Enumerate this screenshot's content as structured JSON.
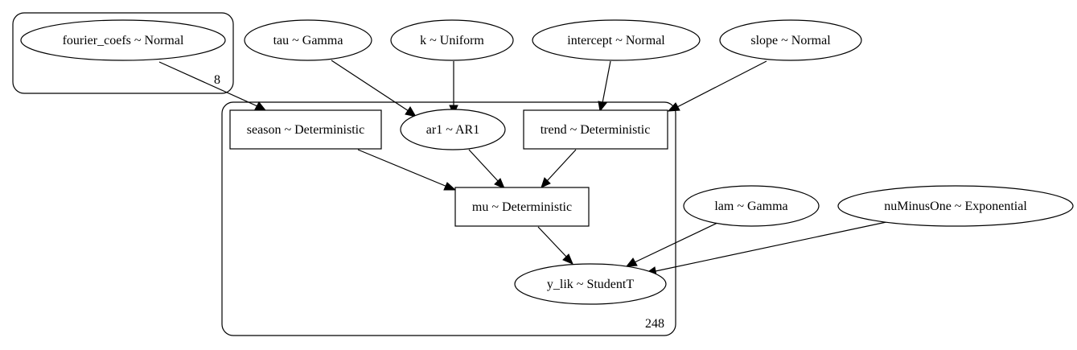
{
  "plates": {
    "outer": {
      "label": "8"
    },
    "main": {
      "label": "248"
    }
  },
  "nodes": {
    "fourier_coefs": {
      "label": "fourier_coefs ~ Normal"
    },
    "tau": {
      "label": "tau ~ Gamma"
    },
    "k": {
      "label": "k ~ Uniform"
    },
    "intercept": {
      "label": "intercept ~ Normal"
    },
    "slope": {
      "label": "slope ~ Normal"
    },
    "season": {
      "label": "season ~ Deterministic"
    },
    "ar1": {
      "label": "ar1 ~ AR1"
    },
    "trend": {
      "label": "trend ~ Deterministic"
    },
    "mu": {
      "label": "mu ~ Deterministic"
    },
    "lam": {
      "label": "lam ~ Gamma"
    },
    "nuMinusOne": {
      "label": "nuMinusOne ~ Exponential"
    },
    "y_lik": {
      "label": "y_lik ~ StudentT"
    }
  },
  "colors": {
    "observed_fill": "#d3d3d3",
    "stroke": "#000000"
  }
}
